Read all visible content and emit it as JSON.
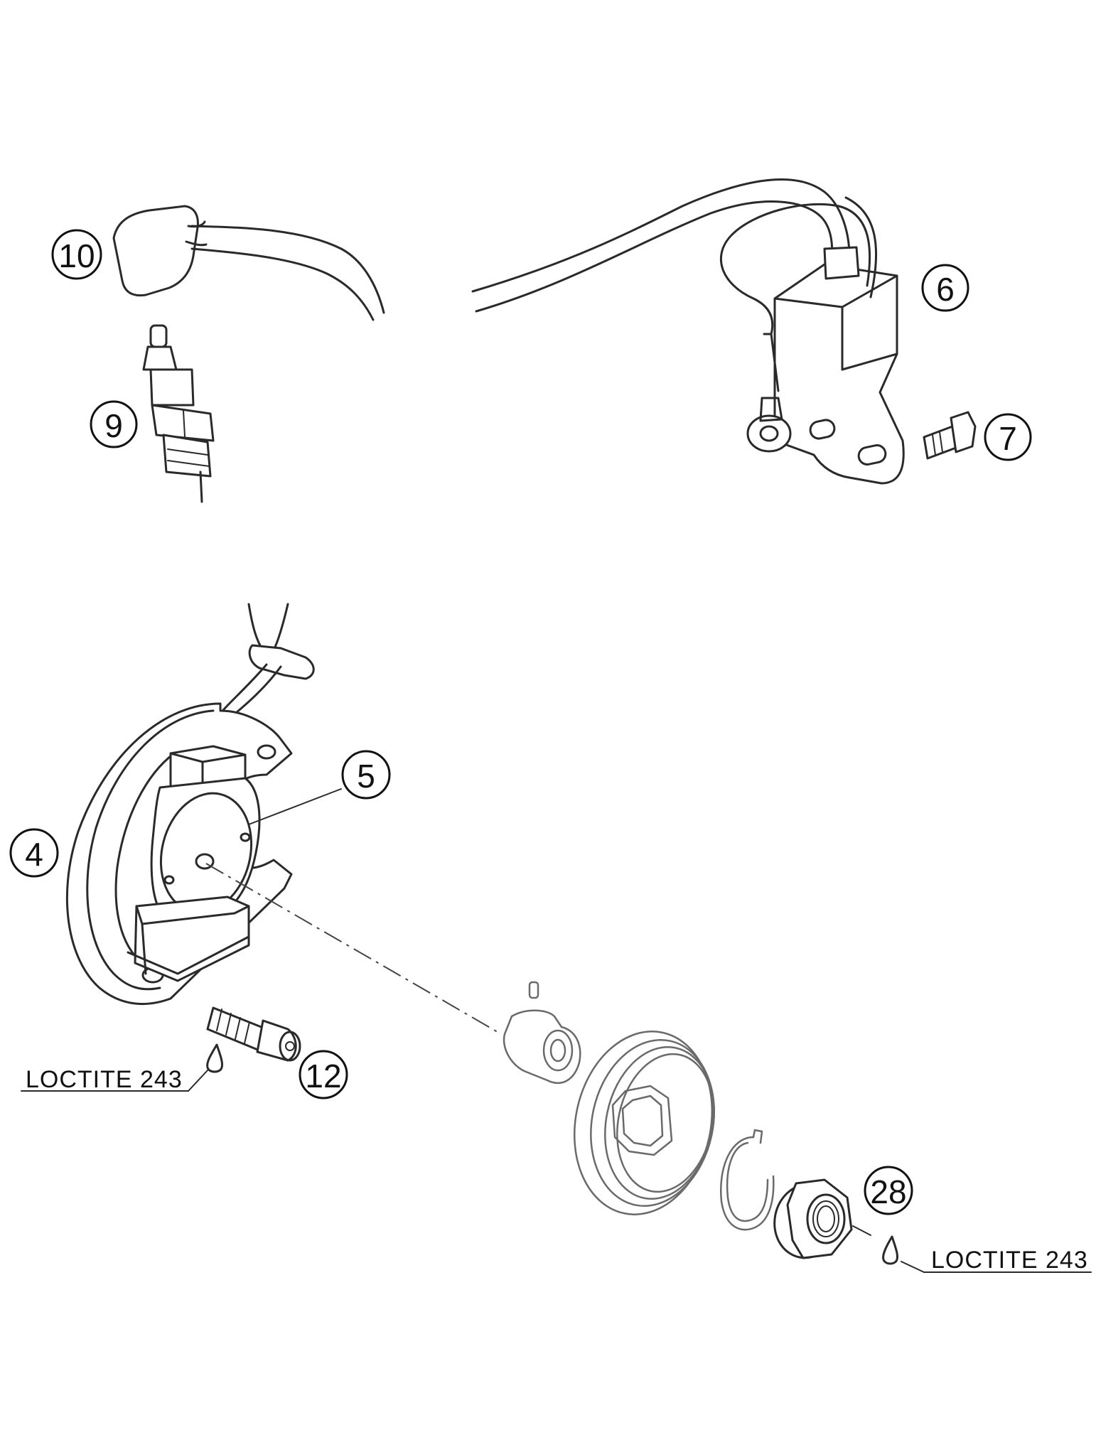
{
  "callouts": [
    {
      "id": "10",
      "label": "10"
    },
    {
      "id": "9",
      "label": "9"
    },
    {
      "id": "6",
      "label": "6"
    },
    {
      "id": "7",
      "label": "7"
    },
    {
      "id": "5",
      "label": "5"
    },
    {
      "id": "4",
      "label": "4"
    },
    {
      "id": "12",
      "label": "12"
    },
    {
      "id": "28",
      "label": "28"
    }
  ],
  "notes": {
    "loctite_left": "LOCTITE 243",
    "loctite_right": "LOCTITE 243"
  }
}
